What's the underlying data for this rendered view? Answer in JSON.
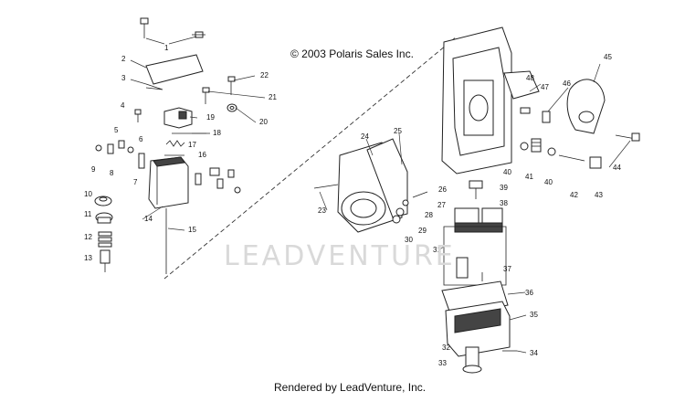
{
  "copyright": "© 2003 Polaris Sales Inc.",
  "footer": "Rendered by LeadVenture, Inc.",
  "watermark": "LEADVENTURE",
  "callouts": [
    "1",
    "2",
    "3",
    "4",
    "5",
    "6",
    "7",
    "8",
    "9",
    "10",
    "11",
    "12",
    "13",
    "14",
    "15",
    "16",
    "17",
    "18",
    "19",
    "20",
    "21",
    "22",
    "23",
    "24",
    "25",
    "26",
    "27",
    "28",
    "29",
    "30",
    "31",
    "32",
    "33",
    "34",
    "35",
    "36",
    "37",
    "38",
    "39",
    "40",
    "41",
    "42",
    "43",
    "44",
    "45",
    "46",
    "47",
    "48"
  ]
}
